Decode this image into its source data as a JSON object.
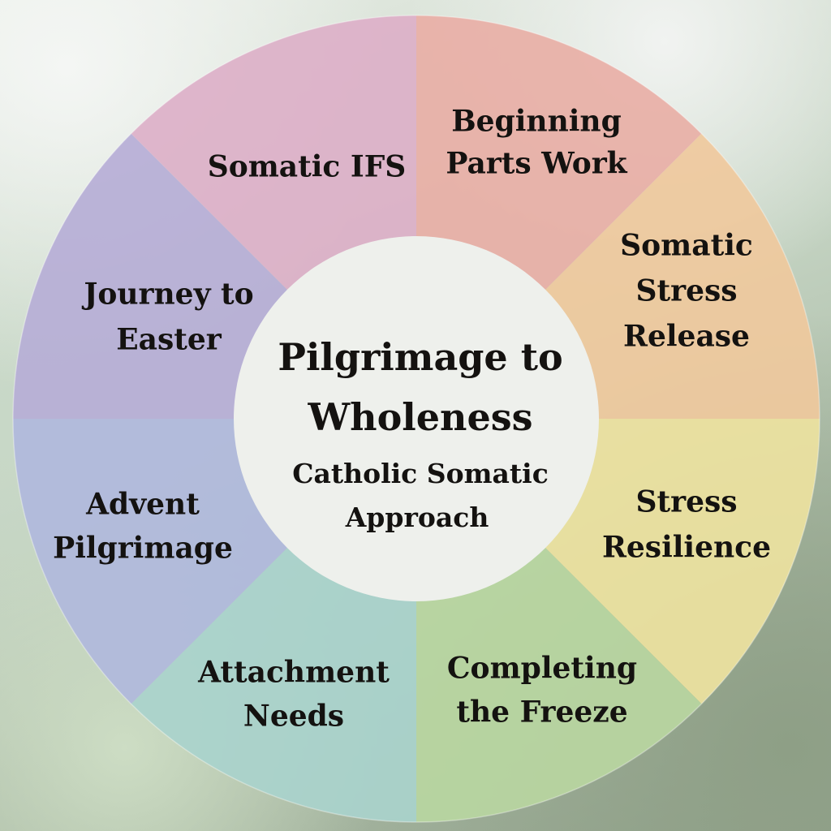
{
  "hub": {
    "title_lines": [
      "Pilgrimage to",
      "Wholeness"
    ],
    "subtitle_lines": [
      "Catholic Somatic",
      "Approach"
    ],
    "fill": "#eef0ec"
  },
  "segments": [
    {
      "id": "beginning-parts-work",
      "lines": [
        "Beginning",
        "Parts Work"
      ],
      "color": "#e8afa6"
    },
    {
      "id": "somatic-stress-release",
      "lines": [
        "Somatic",
        "Stress",
        "Release"
      ],
      "color": "#efc99d"
    },
    {
      "id": "stress-resilience",
      "lines": [
        "Stress",
        "Resilience"
      ],
      "color": "#ede29f"
    },
    {
      "id": "completing-the-freeze",
      "lines": [
        "Completing",
        "the Freeze"
      ],
      "color": "#b9d6a1"
    },
    {
      "id": "attachment-needs",
      "lines": [
        "Attachment",
        "Needs"
      ],
      "color": "#a9d3cc"
    },
    {
      "id": "advent-pilgrimage",
      "lines": [
        "Advent",
        "Pilgrimage"
      ],
      "color": "#b0b8dc"
    },
    {
      "id": "journey-to-easter",
      "lines": [
        "Journey to",
        "Easter"
      ],
      "color": "#b6aed6"
    },
    {
      "id": "somatic-ifs",
      "lines": [
        "Somatic IFS"
      ],
      "color": "#dcb0c8"
    }
  ]
}
